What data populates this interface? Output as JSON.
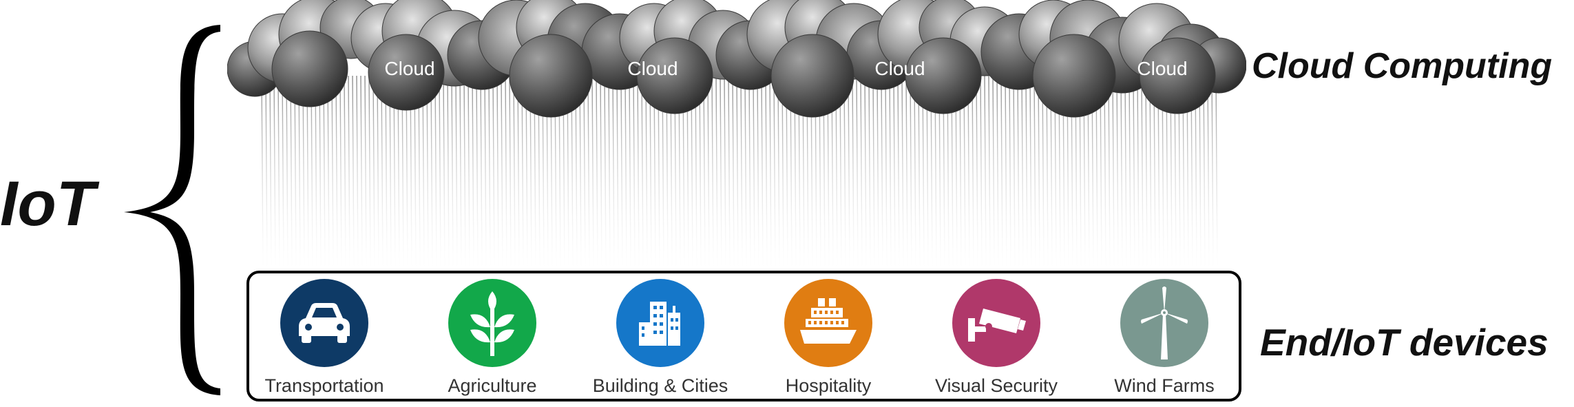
{
  "iot_label": "IoT",
  "cloud_title": "Cloud Computing",
  "end_title": "End/IoT devices",
  "clouds": [
    {
      "label": "Cloud"
    },
    {
      "label": "Cloud"
    },
    {
      "label": "Cloud"
    },
    {
      "label": "Cloud"
    }
  ],
  "devices": [
    {
      "label": "Transportation",
      "icon": "car-icon",
      "color": "#0e3a66"
    },
    {
      "label": "Agriculture",
      "icon": "plant-icon",
      "color": "#12a84a"
    },
    {
      "label": "Building & Cities",
      "icon": "buildings-icon",
      "color": "#1577c9"
    },
    {
      "label": "Hospitality",
      "icon": "ship-icon",
      "color": "#e07d12"
    },
    {
      "label": "Visual Security",
      "icon": "security-camera-icon",
      "color": "#b0386a"
    },
    {
      "label": "Wind Farms",
      "icon": "wind-turbine-icon",
      "color": "#7a9890"
    }
  ]
}
